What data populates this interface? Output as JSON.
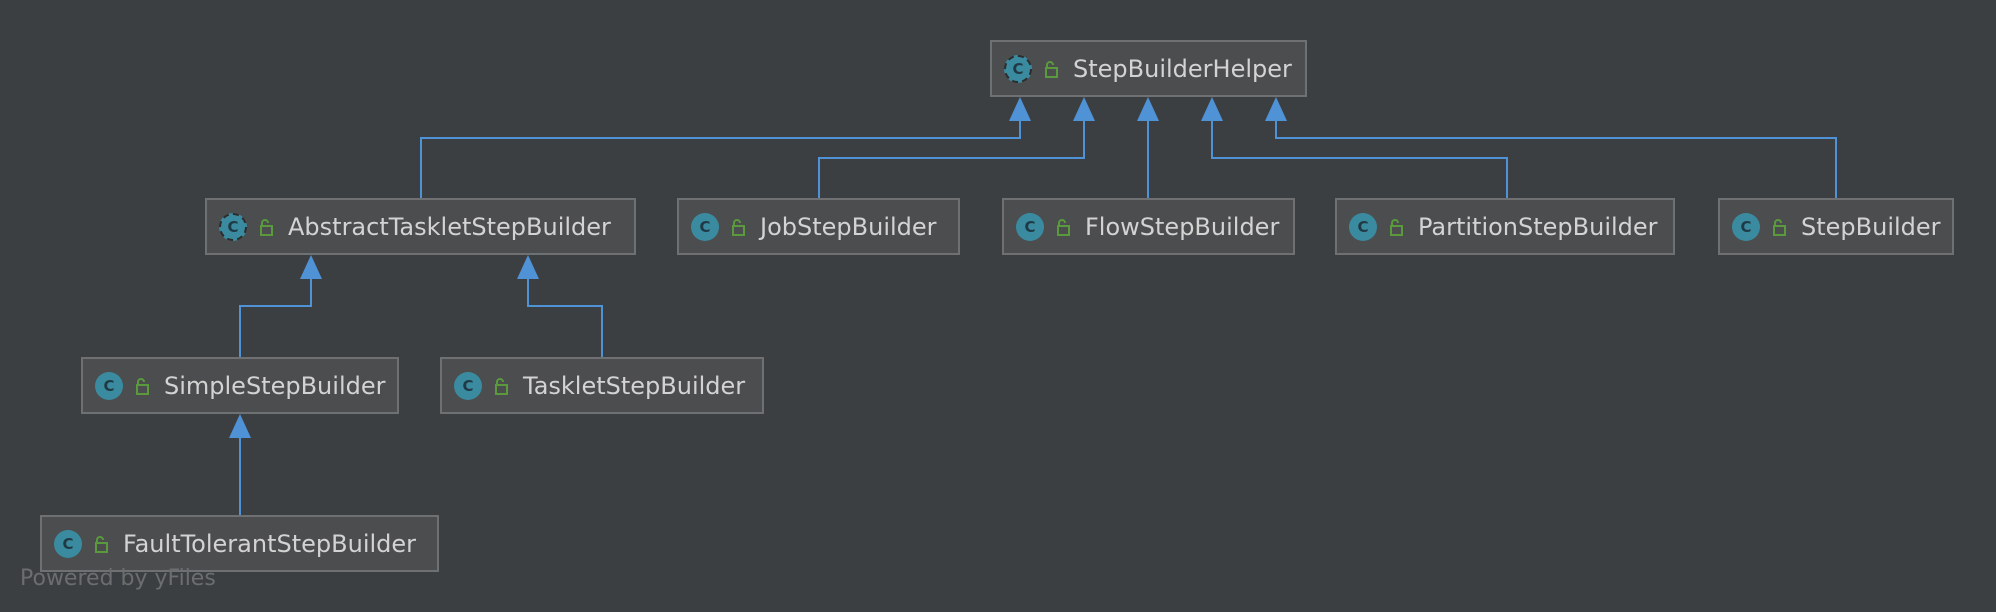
{
  "diagram": {
    "type": "class-hierarchy",
    "colors": {
      "background": "#3c3f41",
      "node_fill": "#4b4d4f",
      "node_border": "#6e7072",
      "edge": "#4f92d6",
      "class_icon": "#3b8ba0",
      "public_icon": "#5a9a3c",
      "text": "#d3d3d3",
      "watermark": "#6b6d6f"
    },
    "nodes": [
      {
        "id": "StepBuilderHelper",
        "label": "StepBuilderHelper",
        "icon": "abstract-class-icon",
        "access_icon": "public-icon"
      },
      {
        "id": "AbstractTaskletStepBuilder",
        "label": "AbstractTaskletStepBuilder",
        "icon": "abstract-class-icon",
        "access_icon": "public-icon"
      },
      {
        "id": "JobStepBuilder",
        "label": "JobStepBuilder",
        "icon": "class-icon",
        "access_icon": "public-icon"
      },
      {
        "id": "FlowStepBuilder",
        "label": "FlowStepBuilder",
        "icon": "class-icon",
        "access_icon": "public-icon"
      },
      {
        "id": "PartitionStepBuilder",
        "label": "PartitionStepBuilder",
        "icon": "class-icon",
        "access_icon": "public-icon"
      },
      {
        "id": "StepBuilder",
        "label": "StepBuilder",
        "icon": "class-icon",
        "access_icon": "public-icon"
      },
      {
        "id": "SimpleStepBuilder",
        "label": "SimpleStepBuilder",
        "icon": "class-icon",
        "access_icon": "public-icon"
      },
      {
        "id": "TaskletStepBuilder",
        "label": "TaskletStepBuilder",
        "icon": "class-icon",
        "access_icon": "public-icon"
      },
      {
        "id": "FaultTolerantStepBuilder",
        "label": "FaultTolerantStepBuilder",
        "icon": "class-icon",
        "access_icon": "public-icon"
      }
    ],
    "edges": [
      {
        "from": "AbstractTaskletStepBuilder",
        "to": "StepBuilderHelper",
        "relation": "extends"
      },
      {
        "from": "JobStepBuilder",
        "to": "StepBuilderHelper",
        "relation": "extends"
      },
      {
        "from": "FlowStepBuilder",
        "to": "StepBuilderHelper",
        "relation": "extends"
      },
      {
        "from": "PartitionStepBuilder",
        "to": "StepBuilderHelper",
        "relation": "extends"
      },
      {
        "from": "StepBuilder",
        "to": "StepBuilderHelper",
        "relation": "extends"
      },
      {
        "from": "SimpleStepBuilder",
        "to": "AbstractTaskletStepBuilder",
        "relation": "extends"
      },
      {
        "from": "TaskletStepBuilder",
        "to": "AbstractTaskletStepBuilder",
        "relation": "extends"
      },
      {
        "from": "FaultTolerantStepBuilder",
        "to": "SimpleStepBuilder",
        "relation": "extends"
      }
    ],
    "watermark": "Powered by yFiles"
  }
}
